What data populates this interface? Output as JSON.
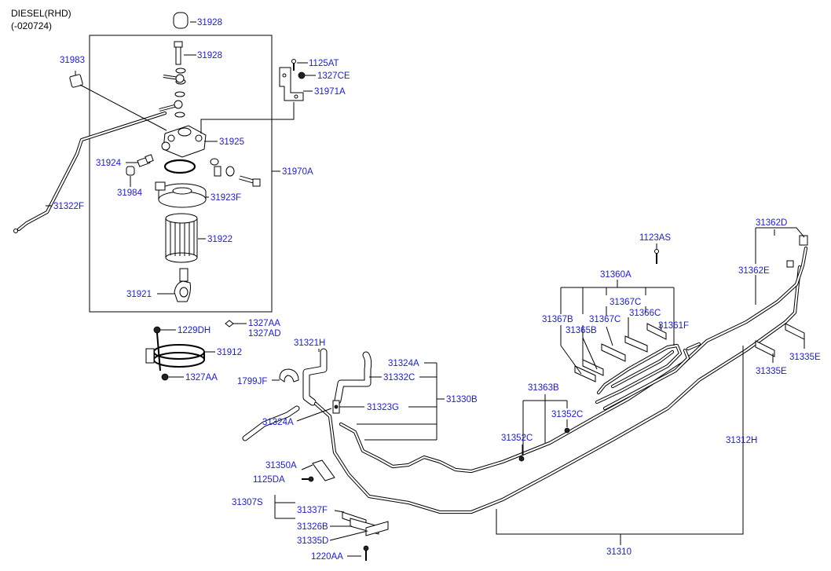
{
  "header": {
    "line1": "DIESEL(RHD)",
    "line2": "(-020724)"
  },
  "labels": {
    "p31928a": "31928",
    "p31928b": "31928",
    "p31983": "31983",
    "p1125AT": "1125AT",
    "p1327CE": "1327CE",
    "p31971A": "31971A",
    "p31925": "31925",
    "p31924": "31924",
    "p31970A": "31970A",
    "p31984": "31984",
    "p31923F": "31923F",
    "p31322F": "31322F",
    "p31922": "31922",
    "p31921": "31921",
    "p1229DH": "1229DH",
    "p1327AA_top": "1327AA",
    "p1327AD": "1327AD",
    "p31912": "31912",
    "p1327AA_bot": "1327AA",
    "p31321H": "31321H",
    "p31324A_top": "31324A",
    "p31332C": "31332C",
    "p1799JF": "1799JF",
    "p31330B": "31330B",
    "p31323G": "31323G",
    "p31324A_bot": "31324A",
    "p31363B": "31363B",
    "p31352C_r": "31352C",
    "p31352C_l": "31352C",
    "p31350A": "31350A",
    "p1125DA": "1125DA",
    "p31307S": "31307S",
    "p31337F": "31337F",
    "p31326B": "31326B",
    "p31335D": "31335D",
    "p1220AA": "1220AA",
    "p31310": "31310",
    "p31312H": "31312H",
    "p1123AS": "1123AS",
    "p31360A": "31360A",
    "p31367B": "31367B",
    "p31367C_top": "31367C",
    "p31367C_mid": "31367C",
    "p31366C": "31366C",
    "p31365B": "31365B",
    "p31361F": "31361F",
    "p31362D": "31362D",
    "p31362E": "31362E",
    "p31335E_r": "31335E",
    "p31335E_l": "31335E"
  }
}
